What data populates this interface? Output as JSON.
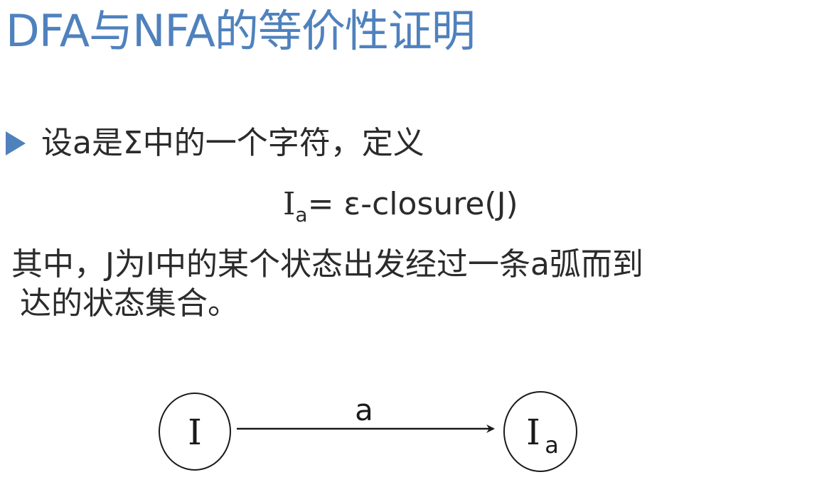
{
  "slide": {
    "title": "DFA与NFA的等价性证明",
    "colors": {
      "title": "#4f81bd",
      "bullet": "#4f81bd",
      "text": "#2b2b2b"
    },
    "bullet": {
      "icon": "triangle-right-icon",
      "text": "设a是Σ中的一个字符，定义"
    },
    "formula": {
      "lhs_symbol": "I",
      "lhs_subscript": "a",
      "rhs": "= ε-closure(J)"
    },
    "paragraph": {
      "line1": "其中，J为I中的某个状态出发经过一条a弧而到",
      "line2": "达的状态集合。"
    },
    "diagram": {
      "source_node": {
        "label": "I"
      },
      "target_node": {
        "label": "I",
        "subscript": "a"
      },
      "edge": {
        "label": "a"
      }
    }
  }
}
